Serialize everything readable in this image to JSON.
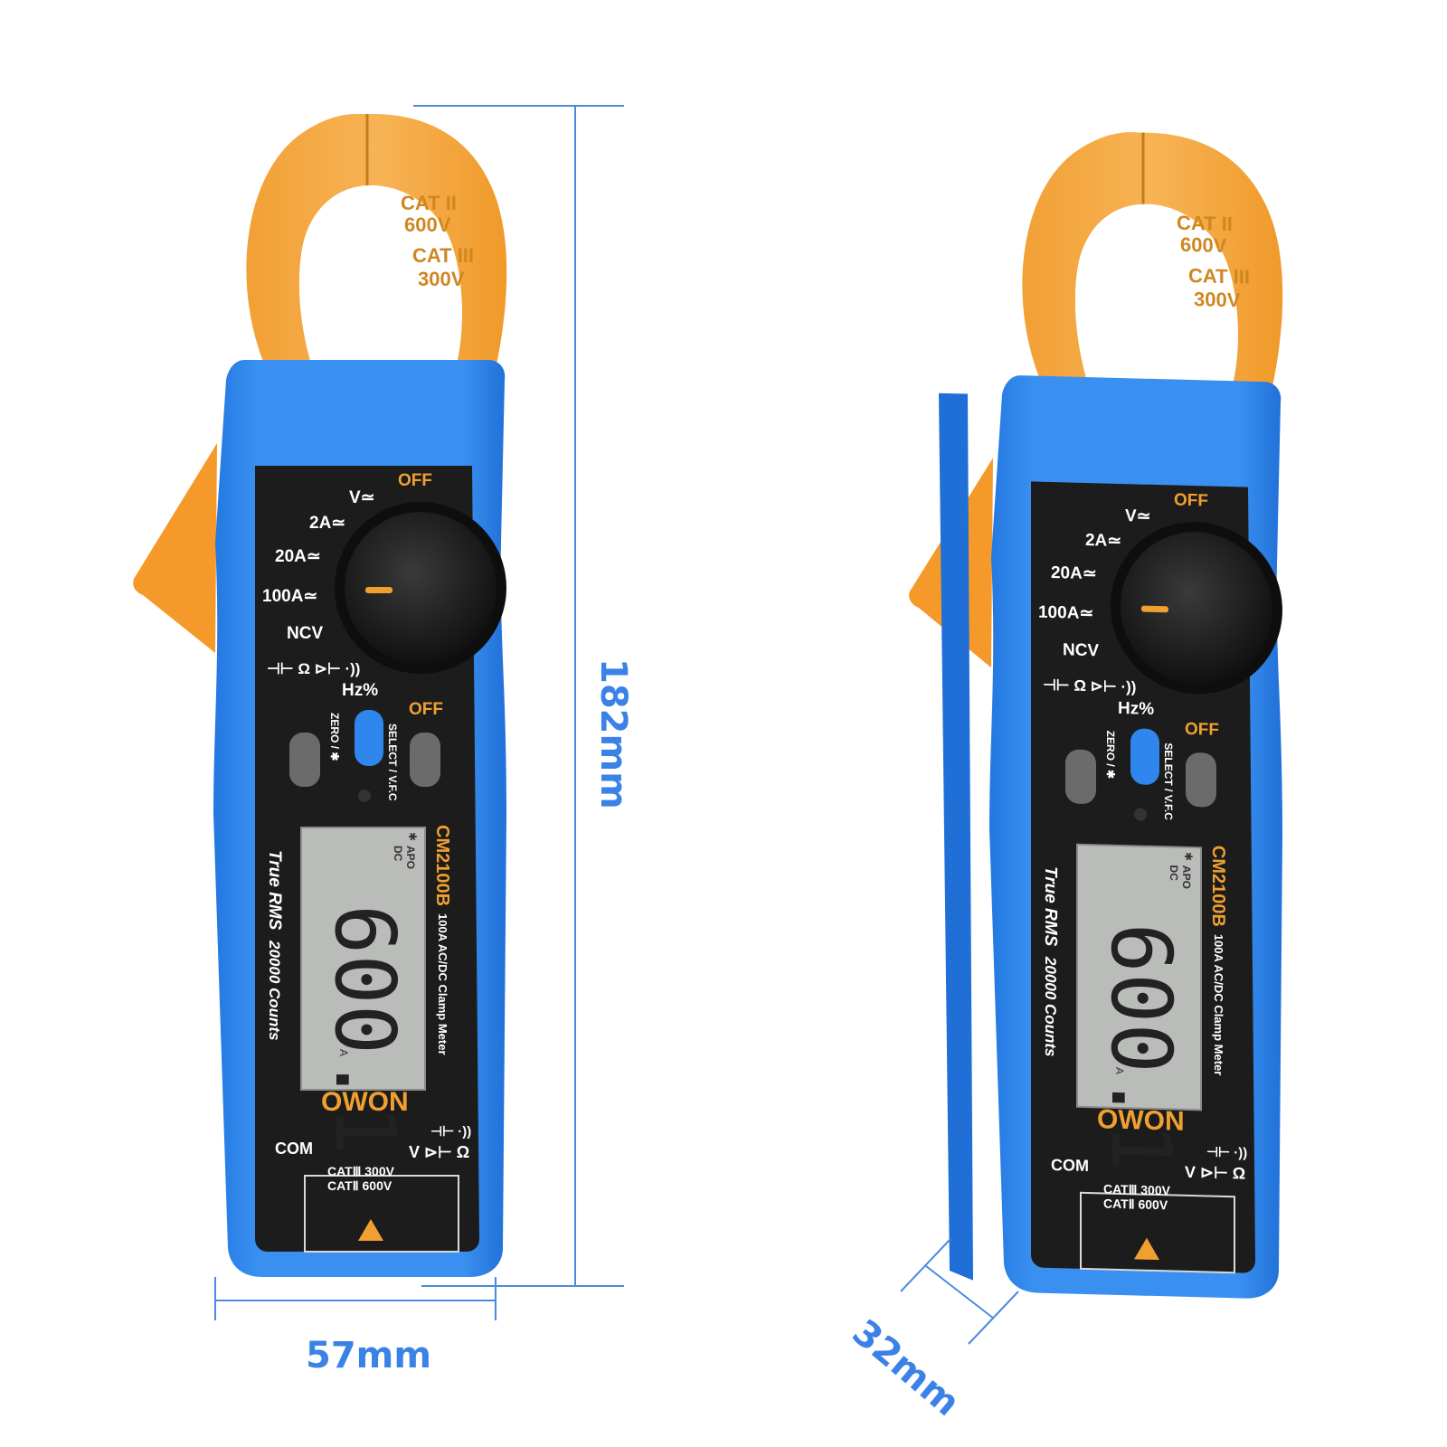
{
  "dimensions": {
    "height": "182mm",
    "width": "57mm",
    "depth": "32mm",
    "line_color": "#4a8ae0"
  },
  "meter": {
    "model": "CM2100B",
    "description": "100A AC/DC Clamp Meter",
    "true_rms": "True RMS",
    "counts": "20000 Counts",
    "brand": "OWON",
    "dial": {
      "off_top": "OFF",
      "v": "V≃",
      "a2": "2A≃",
      "a20": "20A≃",
      "a100": "100A≃",
      "ncv": "NCV",
      "res": "⊣⊢ Ω ⊳⊢ ·))",
      "hz": "Hz%",
      "off_bottom": "OFF"
    },
    "buttons": {
      "zero": "ZERO / ✱",
      "select": "SELECT / V.F.C"
    },
    "lcd": {
      "reading": "600.1",
      "apo": "APO",
      "dc": "DC",
      "bt": "✱",
      "unit": "A"
    },
    "jacks": {
      "com": "COM",
      "input_top": "⊣⊢ ·))",
      "input": "V ⊳⊢ Ω",
      "cat3": "CATⅢ 300V",
      "cat2": "CATⅡ 600V"
    },
    "jaw_marks": {
      "cat2": "CAT II",
      "cat2_v": "600V",
      "cat3": "CAT III",
      "cat3_v": "300V"
    },
    "colors": {
      "body": "#2f86ec",
      "jaw": "#f59a2a",
      "panel": "#1c1c1c",
      "accent": "#f0a030",
      "lcd": "#b9bcb8"
    }
  }
}
